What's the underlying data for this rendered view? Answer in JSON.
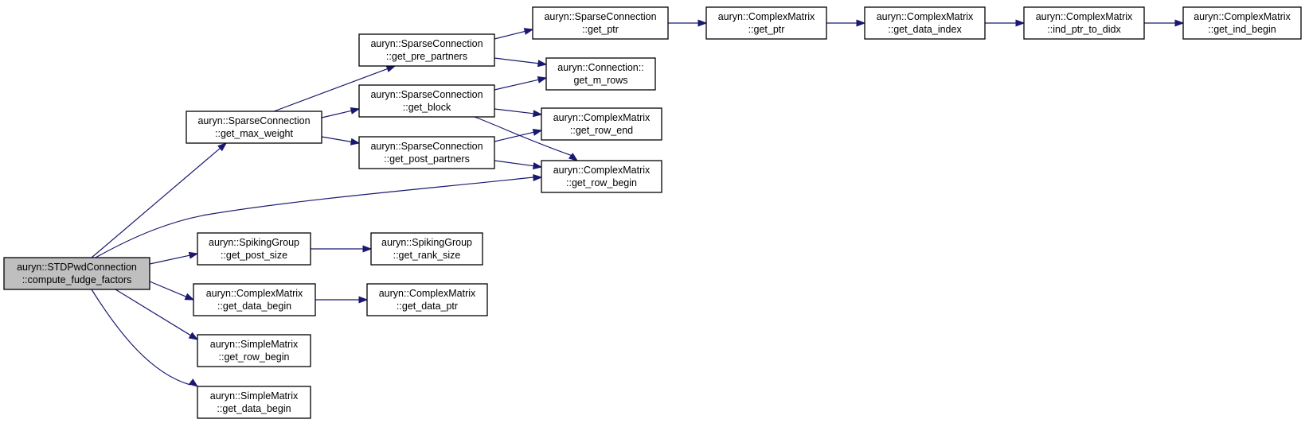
{
  "nodes": [
    {
      "id": "root",
      "line1": "auryn::STDPwdConnection",
      "line2": "::compute_fudge_factors",
      "highlighted": true
    },
    {
      "id": "sc_get_max_weight",
      "line1": "auryn::SparseConnection",
      "line2": "::get_max_weight"
    },
    {
      "id": "sg_get_post_size",
      "line1": "auryn::SpikingGroup",
      "line2": "::get_post_size"
    },
    {
      "id": "cm_get_data_begin",
      "line1": "auryn::ComplexMatrix",
      "line2": "::get_data_begin"
    },
    {
      "id": "sm_get_row_begin",
      "line1": "auryn::SimpleMatrix",
      "line2": "::get_row_begin"
    },
    {
      "id": "sm_get_data_begin",
      "line1": "auryn::SimpleMatrix",
      "line2": "::get_data_begin"
    },
    {
      "id": "sc_get_pre_partners",
      "line1": "auryn::SparseConnection",
      "line2": "::get_pre_partners"
    },
    {
      "id": "sc_get_block",
      "line1": "auryn::SparseConnection",
      "line2": "::get_block"
    },
    {
      "id": "sc_get_post_partners",
      "line1": "auryn::SparseConnection",
      "line2": "::get_post_partners"
    },
    {
      "id": "sg_get_rank_size",
      "line1": "auryn::SpikingGroup",
      "line2": "::get_rank_size"
    },
    {
      "id": "cm_get_data_ptr",
      "line1": "auryn::ComplexMatrix",
      "line2": "::get_data_ptr"
    },
    {
      "id": "sc_get_ptr",
      "line1": "auryn::SparseConnection",
      "line2": "::get_ptr"
    },
    {
      "id": "conn_get_m_rows",
      "line1": "auryn::Connection::",
      "line2": "get_m_rows"
    },
    {
      "id": "cm_get_row_end",
      "line1": "auryn::ComplexMatrix",
      "line2": "::get_row_end"
    },
    {
      "id": "cm_get_row_begin",
      "line1": "auryn::ComplexMatrix",
      "line2": "::get_row_begin"
    },
    {
      "id": "cm_get_ptr",
      "line1": "auryn::ComplexMatrix",
      "line2": "::get_ptr"
    },
    {
      "id": "cm_get_data_index",
      "line1": "auryn::ComplexMatrix",
      "line2": "::get_data_index"
    },
    {
      "id": "cm_ind_ptr_to_didx",
      "line1": "auryn::ComplexMatrix",
      "line2": "::ind_ptr_to_didx"
    },
    {
      "id": "cm_get_ind_begin",
      "line1": "auryn::ComplexMatrix",
      "line2": "::get_ind_begin"
    }
  ],
  "edges": [
    {
      "from": "root",
      "to": "sc_get_max_weight"
    },
    {
      "from": "root",
      "to": "cm_get_row_begin"
    },
    {
      "from": "root",
      "to": "sg_get_post_size"
    },
    {
      "from": "root",
      "to": "cm_get_data_begin"
    },
    {
      "from": "root",
      "to": "sm_get_row_begin"
    },
    {
      "from": "root",
      "to": "sm_get_data_begin"
    },
    {
      "from": "sc_get_max_weight",
      "to": "sc_get_pre_partners"
    },
    {
      "from": "sc_get_max_weight",
      "to": "sc_get_block"
    },
    {
      "from": "sc_get_max_weight",
      "to": "sc_get_post_partners"
    },
    {
      "from": "sc_get_pre_partners",
      "to": "sc_get_ptr"
    },
    {
      "from": "sc_get_pre_partners",
      "to": "conn_get_m_rows"
    },
    {
      "from": "sc_get_block",
      "to": "conn_get_m_rows"
    },
    {
      "from": "sc_get_block",
      "to": "cm_get_row_end"
    },
    {
      "from": "sc_get_block",
      "to": "cm_get_row_begin"
    },
    {
      "from": "sc_get_post_partners",
      "to": "cm_get_row_end"
    },
    {
      "from": "sc_get_post_partners",
      "to": "cm_get_row_begin"
    },
    {
      "from": "sc_get_ptr",
      "to": "cm_get_ptr"
    },
    {
      "from": "cm_get_ptr",
      "to": "cm_get_data_index"
    },
    {
      "from": "cm_get_data_index",
      "to": "cm_ind_ptr_to_didx"
    },
    {
      "from": "cm_ind_ptr_to_didx",
      "to": "cm_get_ind_begin"
    },
    {
      "from": "sg_get_post_size",
      "to": "sg_get_rank_size"
    },
    {
      "from": "cm_get_data_begin",
      "to": "cm_get_data_ptr"
    }
  ]
}
